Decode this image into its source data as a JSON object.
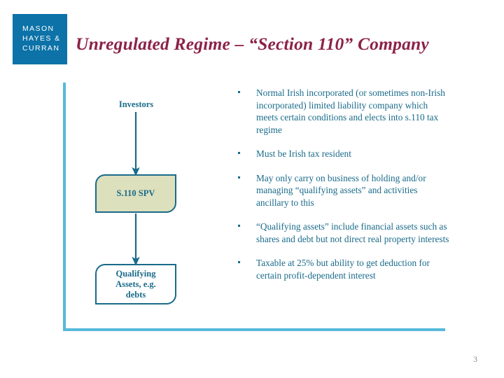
{
  "slide": {
    "title": "Unregulated Regime – “Section 110” Company",
    "page_number": "3"
  },
  "logo": {
    "name": "mason-hayes-curran-logo",
    "line1": "MASON",
    "line2": "HAYES &",
    "line3": "CURRAN",
    "background_color": "#0c72a8",
    "text_color": "#ffffff"
  },
  "colors": {
    "title": "#8c2248",
    "teal": "#1a6b8a",
    "frame": "#55b9da",
    "spv_fill": "#dde0bd",
    "page_number": "#8a8a8a"
  },
  "diagram": {
    "type": "flowchart",
    "nodes": [
      {
        "id": "investors",
        "label": "Investors",
        "shape": "plain-text",
        "fill": "none"
      },
      {
        "id": "spv",
        "label": "S.110 SPV",
        "shape": "rounded-corner-box",
        "fill": "#dde0bd"
      },
      {
        "id": "assets",
        "label": "Qualifying Assets, e.g. debts",
        "shape": "rounded-corner-box",
        "fill": "#ffffff"
      }
    ],
    "edges": [
      {
        "from": "investors",
        "to": "spv",
        "style": "arrow-down"
      },
      {
        "from": "spv",
        "to": "assets",
        "style": "arrow-down"
      }
    ],
    "node_labels": {
      "investors": "Investors",
      "spv": "S.110 SPV",
      "assets_line1": "Qualifying",
      "assets_line2": "Assets, e.g.",
      "assets_line3": "debts"
    }
  },
  "bullets": [
    "Normal Irish incorporated (or sometimes non-Irish incorporated) limited liability company which meets certain conditions and elects into s.110 tax regime",
    "Must be Irish tax resident",
    "May only carry on business of holding and/or managing “qualifying assets” and activities ancillary to this",
    "“Qualifying assets” include financial assets such as shares and debt but not direct  real property interests",
    "Taxable at 25% but ability to get deduction for certain profit-dependent interest"
  ]
}
